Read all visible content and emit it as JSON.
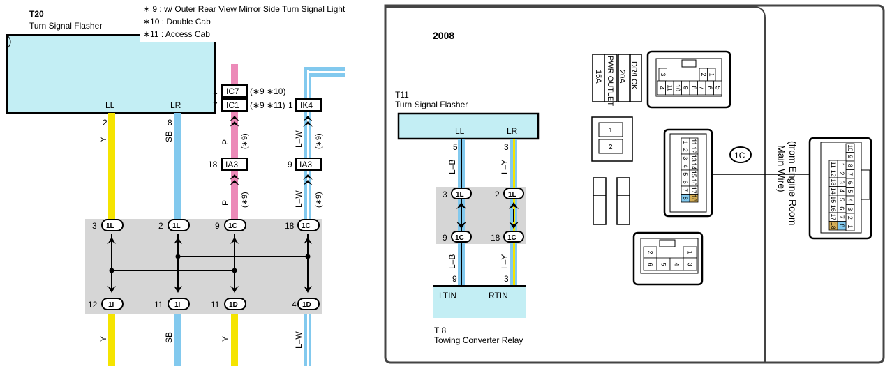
{
  "left": {
    "flasher": {
      "id": "T20",
      "name": "Turn Signal Flasher",
      "pin_ll": "LL",
      "pin_lr": "LR"
    },
    "notes": [
      "∗ 9 : w/ Outer Rear View Mirror Side Turn Signal Light",
      "∗10 : Double Cab",
      "∗11 : Access Cab"
    ],
    "wires": {
      "w1": {
        "pin_top": "2",
        "color": "Y",
        "pin_bottom": "12",
        "color_bottom": "Y"
      },
      "w2": {
        "pin_top": "8",
        "color": "SB",
        "pin_bottom": "11",
        "color_bottom": "SB"
      },
      "w3": {
        "color": "P",
        "note": "(∗9)",
        "pin_bottom": "11",
        "color_bottom": "Y"
      },
      "w4": {
        "color": "L–W",
        "note": "(∗9)",
        "pin_bottom": "4",
        "color_bottom": "L–W"
      }
    },
    "connectors": {
      "ic7": {
        "pin": "1",
        "label": "IC7",
        "note": "(∗9 ∗10)"
      },
      "ic1": {
        "pin": "7",
        "label": "IC1",
        "note": "(∗9 ∗11)"
      },
      "ik4": {
        "pin": "1",
        "label": "IK4"
      },
      "ia3a": {
        "pin": "18",
        "label": "IA3"
      },
      "ia3b": {
        "pin": "9",
        "label": "IA3"
      }
    },
    "junction_top": [
      {
        "pin": "3",
        "label": "1L"
      },
      {
        "pin": "2",
        "label": "1L"
      },
      {
        "pin": "9",
        "label": "1C"
      },
      {
        "pin": "18",
        "label": "1C"
      }
    ],
    "junction_bottom": [
      {
        "pin": "12",
        "label": "1I"
      },
      {
        "pin": "11",
        "label": "1I"
      },
      {
        "pin": "11",
        "label": "1D"
      },
      {
        "pin": "4",
        "label": "1D"
      }
    ]
  },
  "right": {
    "year": "2008",
    "flasher": {
      "id": "T11",
      "name": "Turn Signal Flasher",
      "pin_ll": "LL",
      "pin_lr": "LR"
    },
    "wires": {
      "w1": {
        "pin_top": "5",
        "color": "L–B",
        "pin_bottom": "9",
        "color_bottom": "L–B"
      },
      "w2": {
        "pin_top": "3",
        "color": "L–Y",
        "pin_bottom": "3",
        "color_bottom": "L–Y"
      }
    },
    "junction_top": [
      {
        "pin": "3",
        "label": "1L"
      },
      {
        "pin": "2",
        "label": "1L"
      }
    ],
    "junction_bottom": [
      {
        "pin": "9",
        "label": "1C"
      },
      {
        "pin": "18",
        "label": "1C"
      }
    ],
    "relay": {
      "id": "T 8",
      "name": "Towing Converter Relay",
      "pin_left": "LTIN",
      "pin_right": "RTIN"
    },
    "fuses": {
      "dr_lck": "DR/LCK",
      "dr_lck_amp": "20A",
      "pwr_outlet": "PWR OUTLET",
      "pwr_outlet_amp": "15A"
    },
    "connector_1c_label": "1C",
    "from_label_1": "(from Engine Room",
    "from_label_2": "Main Wire)",
    "conn_top_row1": [
      "3",
      "",
      "",
      "2",
      "1"
    ],
    "conn_top_row2": [
      "4",
      "11",
      "10",
      "9",
      "8",
      "7",
      "6",
      "5"
    ],
    "relay_box_pins": [
      "1",
      "2"
    ],
    "conn_bottom_row1": [
      "2",
      "",
      "1"
    ],
    "conn_bottom_row2": [
      "6",
      "5",
      "4",
      "3"
    ],
    "conn_1c_row1": [
      "1",
      "2",
      "3",
      "4",
      "5",
      "6",
      "7",
      "8"
    ],
    "conn_1c_row2": [
      "11",
      "12",
      "13",
      "14",
      "15",
      "16",
      "17",
      "18"
    ],
    "conn_end_col1": [
      "10",
      "9",
      "8",
      "7",
      "6",
      "5",
      "4",
      "3",
      "2",
      "1"
    ],
    "conn_end_col2": [
      "1",
      "2",
      "3",
      "4",
      "5",
      "6",
      "7",
      "8"
    ],
    "conn_end_col3": [
      "11",
      "12",
      "13",
      "14",
      "15",
      "16",
      "17",
      "18"
    ]
  },
  "colors": {
    "yellow": "#f5e400",
    "blue": "#82c9ee",
    "pink": "#ec8ab8",
    "lightblue": "#c3eef4",
    "gray": "#d6d6d6",
    "tan": "#d5ae55"
  }
}
